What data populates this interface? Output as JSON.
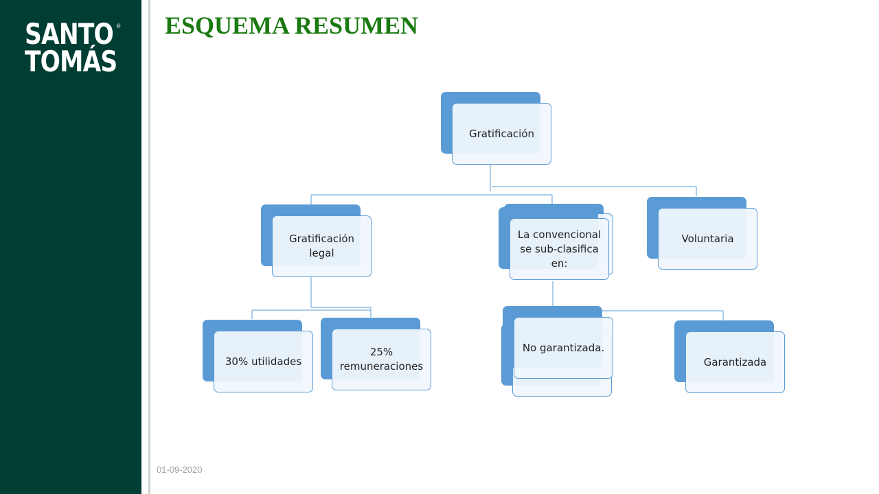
{
  "logo": {
    "line1": "SANTO",
    "line2": "TOMÁS",
    "reg": "®"
  },
  "title": "ESQUEMA RESUMEN",
  "date": "01-09-2020",
  "diagram": {
    "root": "Gratificación",
    "level1": {
      "legal": "Gratificación legal",
      "convencional": "La convencional se sub-clasifica en:",
      "voluntaria": "Voluntaria"
    },
    "level2": {
      "utilidades": "30% utilidades",
      "remuneraciones": "25% remuneraciones",
      "no_garantizada": "No garantizada.",
      "garantizada": "Garantizada"
    }
  },
  "colors": {
    "sidebar": "#003d33",
    "title": "#1a7a10",
    "node_fill": "#5b9bd5"
  }
}
